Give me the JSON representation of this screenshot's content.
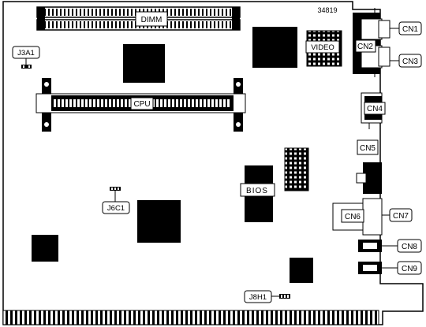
{
  "diagram": {
    "figure_number": "34819",
    "components": {
      "dimm": "DIMM",
      "cpu": "CPU",
      "video": "VIDEO",
      "bios": "BIOS"
    },
    "jumpers": {
      "j3a1": "J3A1",
      "j6c1": "J6C1",
      "j8h1": "J8H1"
    },
    "connectors": {
      "cn1": "CN1",
      "cn2": "CN2",
      "cn3": "CN3",
      "cn4": "CN4",
      "cn5": "CN5",
      "cn6": "CN6",
      "cn7": "CN7",
      "cn8": "CN8",
      "cn9": "CN9"
    }
  }
}
